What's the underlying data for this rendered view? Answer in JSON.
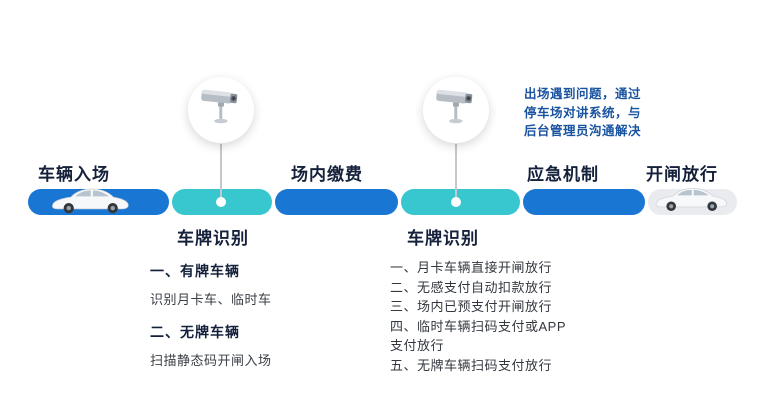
{
  "stages": {
    "entry": "车辆入场",
    "payment": "场内缴费",
    "emergency": "应急机制",
    "release": "开闸放行"
  },
  "plate_recognition": {
    "first": "车牌识别",
    "second": "车牌识别"
  },
  "note": {
    "lines": [
      "出场遇到问题，通过",
      "停车场对讲系统，与",
      "后台管理员沟通解决"
    ]
  },
  "entry_detail": {
    "item1_title": "一、有牌车辆",
    "item1_desc": "识别月卡车、临时车",
    "item2_title": "二、无牌车辆",
    "item2_desc": "扫描静态码开闸入场"
  },
  "exit_detail": {
    "lines": [
      "一、月卡车辆直接开闸放行",
      "二、无感支付自动扣款放行",
      "三、场内已预支付开闸放行",
      "四、临时车辆扫码支付或APP",
      "支付放行",
      "五、无牌车辆扫码支付放行"
    ]
  },
  "icons": {
    "camera_1": "cctv-camera-icon",
    "camera_2": "cctv-camera-icon",
    "car_entry": "car-icon",
    "car_exit": "car-icon"
  },
  "colors": {
    "segment_blue": "#1976d2",
    "segment_teal": "#38c6cf",
    "segment_light": "#e9ebee",
    "note_blue": "#1a54a0",
    "label_dark": "#15213b"
  }
}
